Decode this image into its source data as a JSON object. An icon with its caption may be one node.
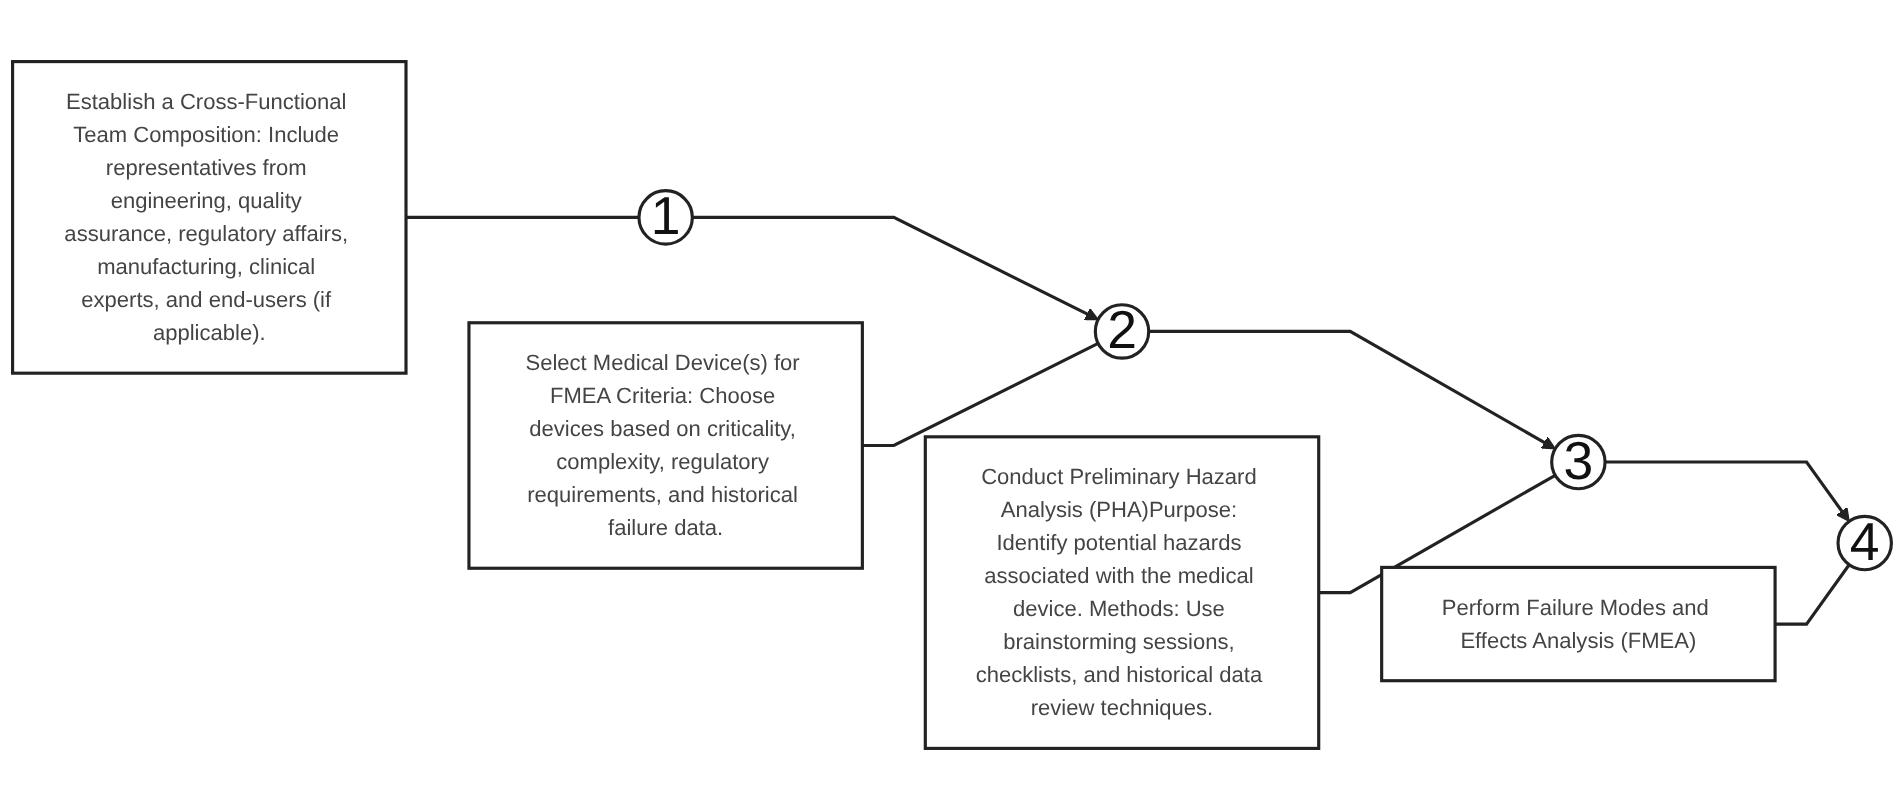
{
  "diagram": {
    "nodes": [
      {
        "text": [
          "1"
        ]
      },
      {
        "text": [
          "2"
        ]
      },
      {
        "text": [
          "3"
        ]
      },
      {
        "text": [
          "4"
        ]
      },
      {
        "text": [
          "Establish a Cross-Functional Team Composition: Include representatives from engineering, quality assurance, regulatory affairs, manufacturing, clinical experts, and end-users (if applicable)."
        ]
      },
      {
        "text": [
          "Select Medical Device(s) for FMEA Criteria: Choose devices based on criticality, complexity, regulatory requirements, and historical failure data."
        ]
      },
      {
        "text": [
          "Conduct Preliminary Hazard Analysis (PHA)Purpose: Identify potential hazards associated with the medical device. Methods: Use brainstorming sessions, checklists, and historical data review techniques."
        ]
      },
      {
        "text": [
          "Perform Failure Modes and Effects Analysis (FMEA)"
        ]
      }
    ],
    "edges": [
      {
        "from": 0,
        "to": 1,
        "arrow": "to"
      },
      {
        "from": 1,
        "to": 2,
        "arrow": "to"
      },
      {
        "from": 2,
        "to": 3,
        "arrow": "to"
      },
      {
        "from": 4,
        "to": 0,
        "arrow": "none"
      },
      {
        "from": 5,
        "to": 1,
        "arrow": "none"
      },
      {
        "from": 6,
        "to": 2,
        "arrow": "none"
      },
      {
        "from": 7,
        "to": 3,
        "arrow": "none"
      }
    ]
  }
}
